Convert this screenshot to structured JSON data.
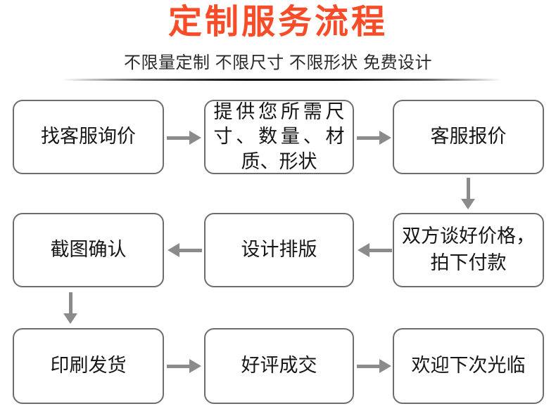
{
  "header": {
    "title": "定制服务流程",
    "subtitle": "不限量定制 不限尺寸 不限形状 免费设计"
  },
  "flow": {
    "steps": [
      {
        "label": "找客服询价"
      },
      {
        "label": "提供您所需尺寸、数量、材质、形状"
      },
      {
        "label": "客服报价"
      },
      {
        "label": "双方谈好价格，\n拍下付款"
      },
      {
        "label": "设计排版"
      },
      {
        "label": "截图确认"
      },
      {
        "label": "印刷发货"
      },
      {
        "label": "好评成交"
      },
      {
        "label": "欢迎下次光临"
      }
    ]
  },
  "icons": {
    "arrow_right": "→",
    "arrow_left": "←",
    "arrow_down": "↓"
  },
  "colors": {
    "title": "#f84b28",
    "box_border": "#6d6d6d",
    "arrow": "#8b8b8b",
    "box_text": "#161616"
  }
}
